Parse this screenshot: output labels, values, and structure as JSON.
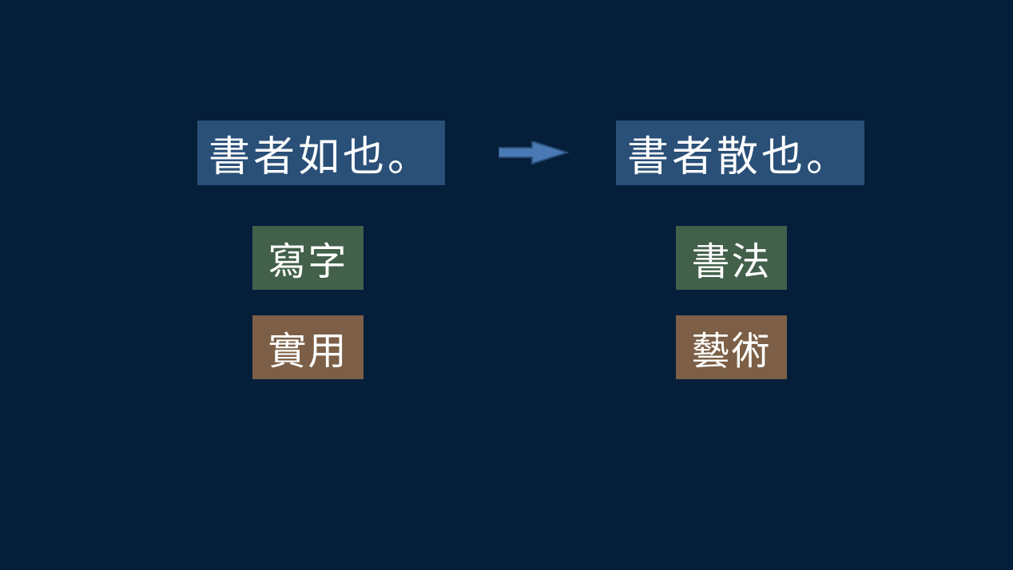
{
  "left": {
    "title": "書者如也。",
    "tags": [
      {
        "label": "寫字",
        "color": "#42604a"
      },
      {
        "label": "實用",
        "color": "#7c5f46"
      }
    ]
  },
  "right": {
    "title": "書者散也。",
    "tags": [
      {
        "label": "書法",
        "color": "#42604a"
      },
      {
        "label": "藝術",
        "color": "#7c5f46"
      }
    ]
  },
  "arrow": {
    "icon": "arrow-right-icon",
    "color": "#4a7ab5"
  },
  "colors": {
    "background": "#051e3a",
    "title_box": "#2a5078"
  }
}
